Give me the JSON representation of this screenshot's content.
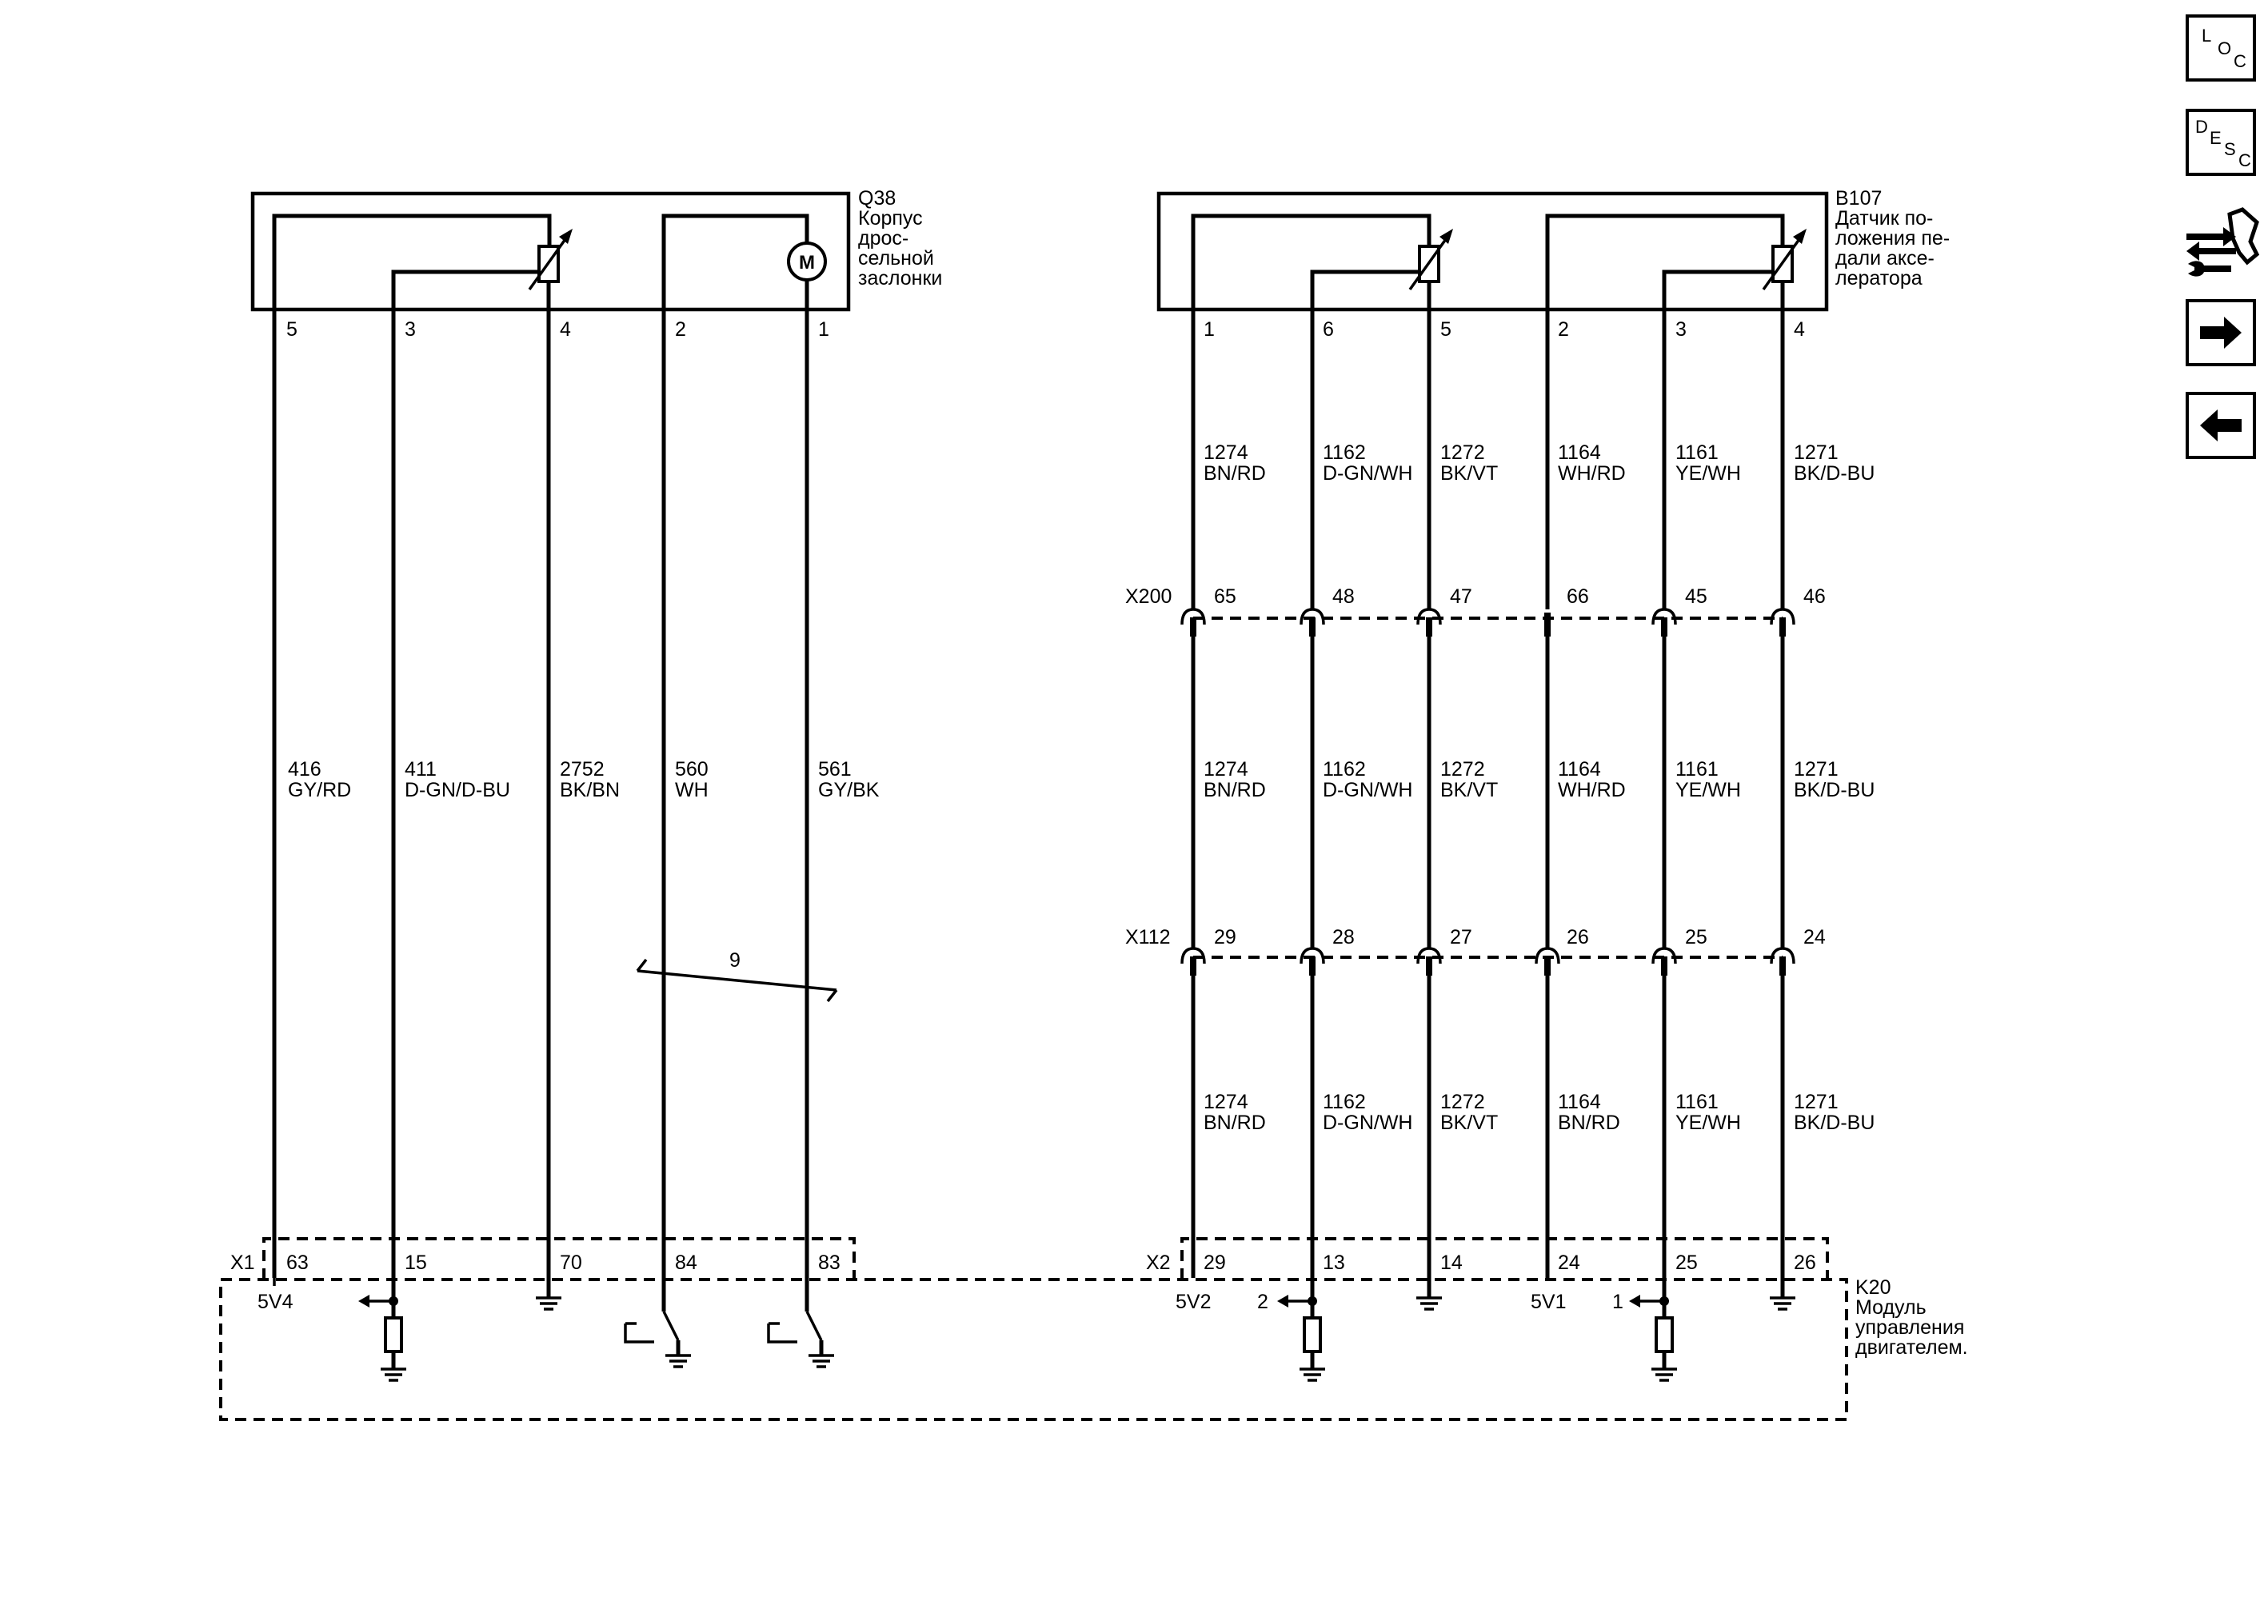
{
  "q38": {
    "ref": "Q38",
    "desc": [
      "Корпус",
      "дрос-",
      "сельной",
      "заслонки"
    ],
    "pins": [
      "5",
      "3",
      "4",
      "2",
      "1"
    ],
    "motor_symbol": "M",
    "motor_icon": "motor-icon",
    "wires": [
      {
        "circuit": "416",
        "color": "GY/RD"
      },
      {
        "circuit": "411",
        "color": "D-GN/D-BU"
      },
      {
        "circuit": "2752",
        "color": "BK/BN"
      },
      {
        "circuit": "560",
        "color": "WH"
      },
      {
        "circuit": "561",
        "color": "GY/BK"
      }
    ],
    "twist_label": "9"
  },
  "b107": {
    "ref": "B107",
    "desc": [
      "Датчик по-",
      "ложения пе-",
      "дали аксе-",
      "лератора"
    ],
    "pins": [
      "1",
      "6",
      "5",
      "2",
      "3",
      "4"
    ],
    "wires_top": [
      {
        "circuit": "1274",
        "color": "BN/RD"
      },
      {
        "circuit": "1162",
        "color": "D-GN/WH"
      },
      {
        "circuit": "1272",
        "color": "BK/VT"
      },
      {
        "circuit": "1164",
        "color": "WH/RD"
      },
      {
        "circuit": "1161",
        "color": "YE/WH"
      },
      {
        "circuit": "1271",
        "color": "BK/D-BU"
      }
    ],
    "wires_middle": [
      {
        "circuit": "1274",
        "color": "BN/RD"
      },
      {
        "circuit": "1162",
        "color": "D-GN/WH"
      },
      {
        "circuit": "1272",
        "color": "BK/VT"
      },
      {
        "circuit": "1164",
        "color": "WH/RD"
      },
      {
        "circuit": "1161",
        "color": "YE/WH"
      },
      {
        "circuit": "1271",
        "color": "BK/D-BU"
      }
    ],
    "wires_bottom": [
      {
        "circuit": "1274",
        "color": "BN/RD"
      },
      {
        "circuit": "1162",
        "color": "D-GN/WH"
      },
      {
        "circuit": "1272",
        "color": "BK/VT"
      },
      {
        "circuit": "1164",
        "color": "BN/RD"
      },
      {
        "circuit": "1161",
        "color": "YE/WH"
      },
      {
        "circuit": "1271",
        "color": "BK/D-BU"
      }
    ]
  },
  "x200": {
    "ref": "X200",
    "pins": [
      "65",
      "48",
      "47",
      "66",
      "45",
      "46"
    ]
  },
  "x112": {
    "ref": "X112",
    "pins": [
      "29",
      "28",
      "27",
      "26",
      "25",
      "24"
    ]
  },
  "x1": {
    "ref": "X1",
    "pins": [
      "63",
      "15",
      "70",
      "84",
      "83"
    ]
  },
  "x2": {
    "ref": "X2",
    "pins": [
      "29",
      "13",
      "14",
      "24",
      "25",
      "26"
    ]
  },
  "k20": {
    "ref": "K20",
    "desc": [
      "Модуль",
      "управления",
      "двигателем."
    ],
    "labels": {
      "v5v4": "5V4",
      "v5v2": "5V2",
      "v5v1": "5V1",
      "sig2": "2",
      "sig1": "1"
    }
  },
  "nav": {
    "loc": {
      "l": "L",
      "o": "O",
      "c": "C"
    },
    "desc": {
      "d": "D",
      "e": "E",
      "s": "S",
      "c": "C"
    },
    "icons": [
      "loc-icon",
      "desc-icon",
      "connector-wrench-icon",
      "arrow-right-icon",
      "arrow-left-icon"
    ]
  }
}
